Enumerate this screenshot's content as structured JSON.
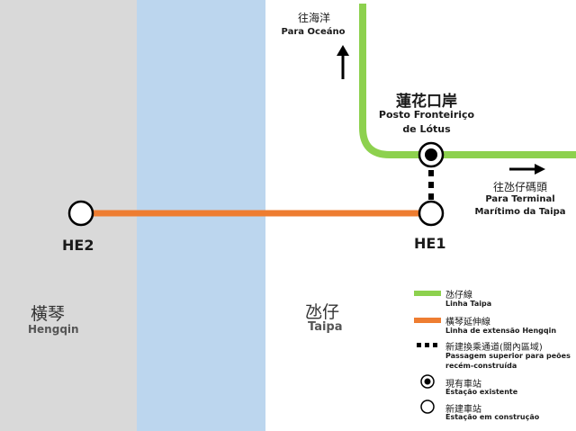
{
  "colors": {
    "taipa_line": "#8dd14e",
    "hengqin_line": "#ee7d31",
    "hengqin_area": "#d9d9d9",
    "water": "#bcd6ee",
    "station": "#000000"
  },
  "regions": {
    "hengqin": {
      "name_zh": "橫琴",
      "name_pt": "Hengqin"
    },
    "taipa": {
      "name_zh": "氹仔",
      "name_pt": "Taipa"
    }
  },
  "stations": {
    "he2": {
      "label": "HE2",
      "status": "new"
    },
    "he1": {
      "label": "HE1",
      "status": "new"
    },
    "lotus": {
      "name_zh": "蓮花口岸",
      "name_pt_line1": "Posto Fronteiriço",
      "name_pt_line2": "de Lótus",
      "status": "existing"
    }
  },
  "directions": {
    "ocean": {
      "zh": "往海洋",
      "pt": "Para Oceáno",
      "arrow": "up-arrow"
    },
    "terminal": {
      "zh": "往氹仔碼頭",
      "pt_line1": "Para Terminal",
      "pt_line2": "Marítimo da Taipa",
      "arrow": "right-arrow"
    }
  },
  "legend": {
    "taipa_line": {
      "zh": "氹仔線",
      "pt": "Linha Taipa"
    },
    "hengqin_line": {
      "zh": "橫琴延伸線",
      "pt": "Linha de extensão Hengqin"
    },
    "passage": {
      "zh": "新建換乘通道(關內區域)",
      "pt_line1": "Passagem superior para peões",
      "pt_line2": "recém-construída"
    },
    "existing_station": {
      "zh": "現有車站",
      "pt": "Estação existente"
    },
    "new_station": {
      "zh": "新建車站",
      "pt": "Estação em construção"
    }
  }
}
